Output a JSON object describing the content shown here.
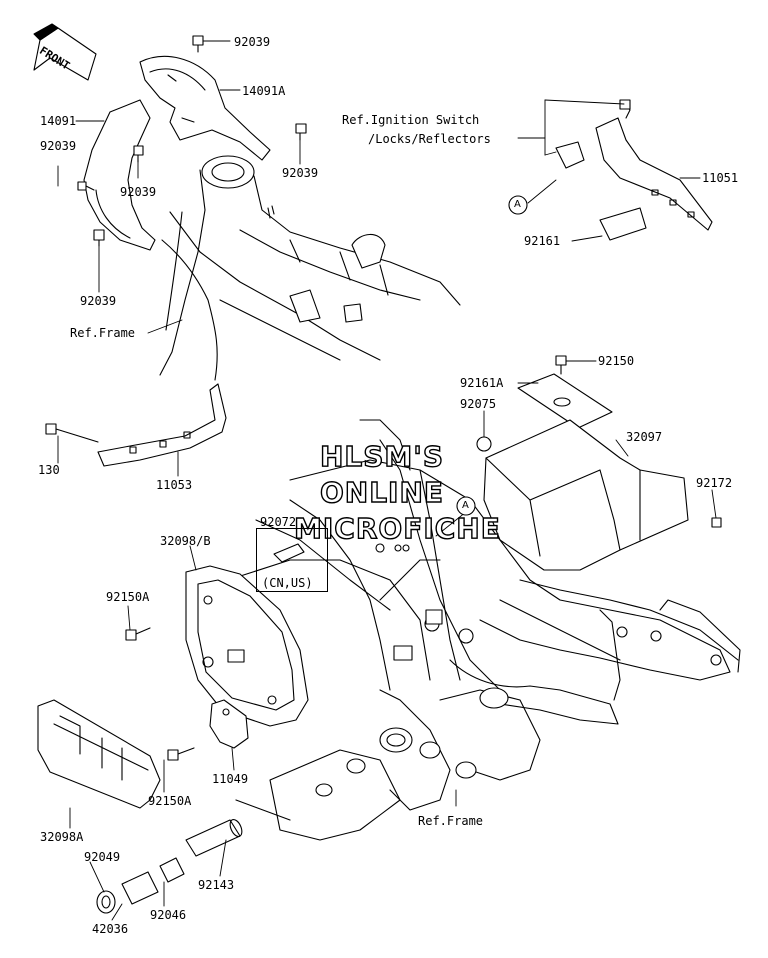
{
  "front_badge": "FRONT",
  "callout_letter": "A",
  "watermark": {
    "line1": "HLSM'S",
    "line2": "ONLINE",
    "line3": "MICROFICHE"
  },
  "labels": {
    "p92039_top": "92039",
    "p14091A": "14091A",
    "p14091": "14091",
    "p92039_left": "92039",
    "p92039_mid": "92039",
    "p92039_right": "92039",
    "p92039_bottom": "92039",
    "ref_frame_top": "Ref.Frame",
    "ref_ignition_1": "Ref.Ignition Switch",
    "ref_ignition_2": "/Locks/Reflectors",
    "p11051": "11051",
    "p92161": "92161",
    "p92150": "92150",
    "p92161A": "92161A",
    "p92075": "92075",
    "p32097": "32097",
    "p92172": "92172",
    "p130": "130",
    "p11053": "11053",
    "p92072": "92072",
    "cn_us": "(CN,US)",
    "p32098B": "32098/B",
    "p92150A_top": "92150A",
    "p92150A_bottom": "92150A",
    "p11049": "11049",
    "ref_frame_bottom": "Ref.Frame",
    "p32098A": "32098A",
    "p92049": "92049",
    "p92046": "92046",
    "p92143": "92143",
    "p42036": "42036"
  }
}
